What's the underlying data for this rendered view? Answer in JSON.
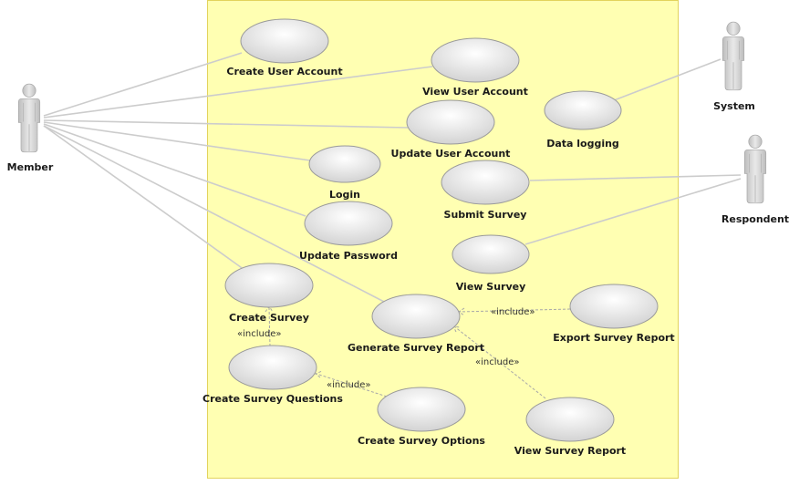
{
  "colors": {
    "boundary_fill": "#ffffb2",
    "boundary_stroke": "#e2d35c",
    "usecase_light": "#ffffff",
    "usecase_dark": "#d3d3d3",
    "actor_fill": "#d5d5d5",
    "association_line": "#cccccc",
    "include_line": "#a8a8a8"
  },
  "actors": {
    "member": {
      "label": "Member"
    },
    "system": {
      "label": "System"
    },
    "respondent": {
      "label": "Respondent"
    }
  },
  "use_cases": {
    "create_user_account": "Create User Account",
    "view_user_account": "View User Account",
    "update_user_account": "Update User Account",
    "login": "Login",
    "update_password": "Update Password",
    "create_survey": "Create Survey",
    "create_survey_questions": "Create Survey Questions",
    "create_survey_options": "Create Survey Options",
    "generate_survey_report": "Generate Survey Report",
    "export_survey_report": "Export Survey Report",
    "view_survey_report": "View Survey Report",
    "data_logging": "Data logging",
    "submit_survey": "Submit Survey",
    "view_survey": "View Survey"
  },
  "include_labels": {
    "create_survey_questions": "«include»",
    "create_survey_options": "«include»",
    "export_survey_report": "«include»",
    "view_survey_report": "«include»"
  }
}
